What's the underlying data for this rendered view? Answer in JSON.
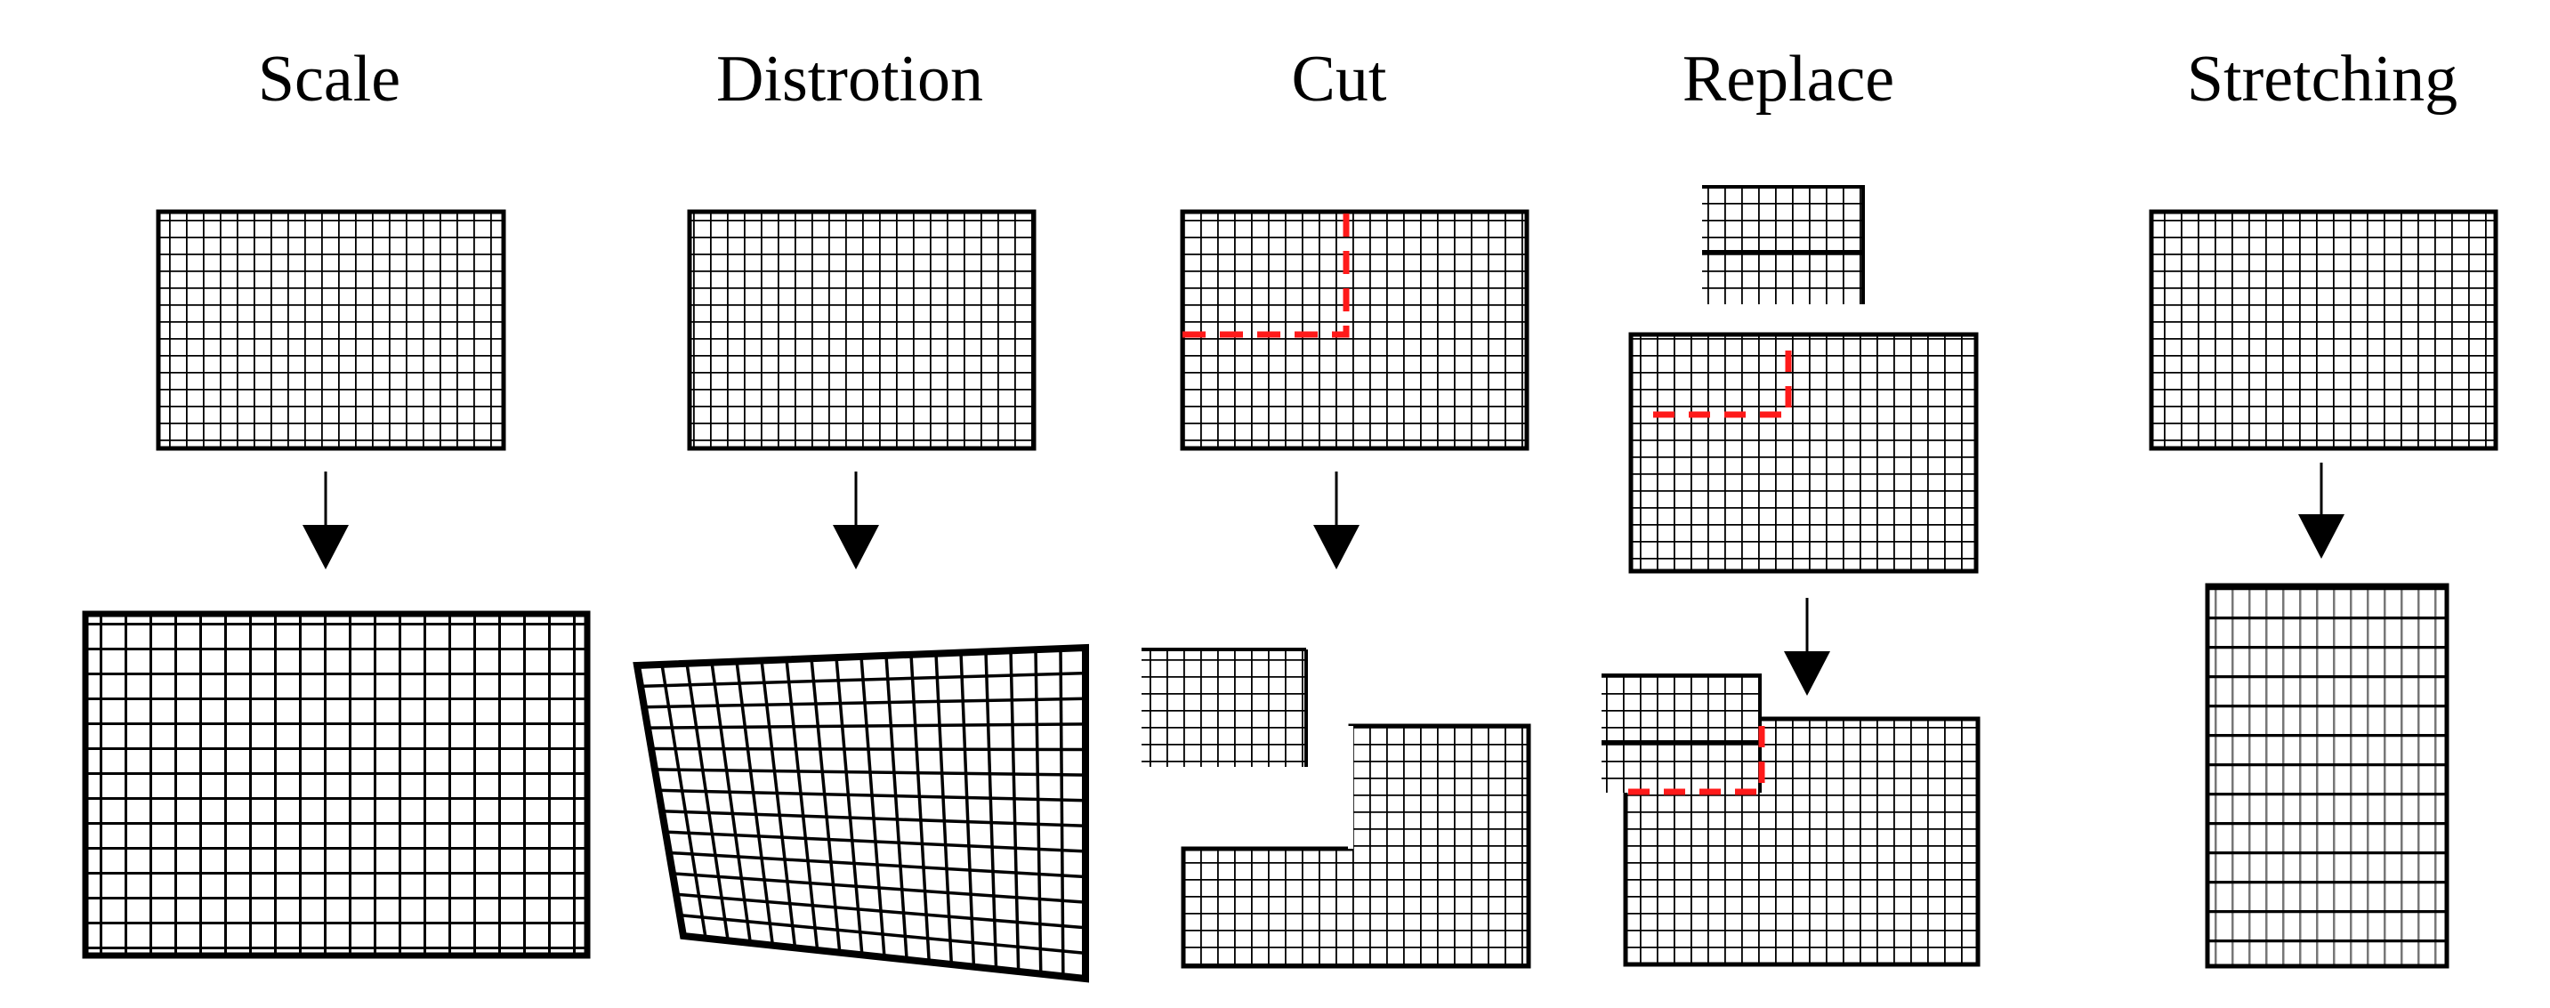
{
  "panels": [
    {
      "id": "scale",
      "title": "Scale"
    },
    {
      "id": "distortion",
      "title": "Distrotion"
    },
    {
      "id": "cut",
      "title": "Cut"
    },
    {
      "id": "replace",
      "title": "Replace"
    },
    {
      "id": "stretching",
      "title": "Stretching"
    }
  ],
  "colors": {
    "line": "#000000",
    "cut_line": "#ff1a1a",
    "background": "#ffffff"
  }
}
